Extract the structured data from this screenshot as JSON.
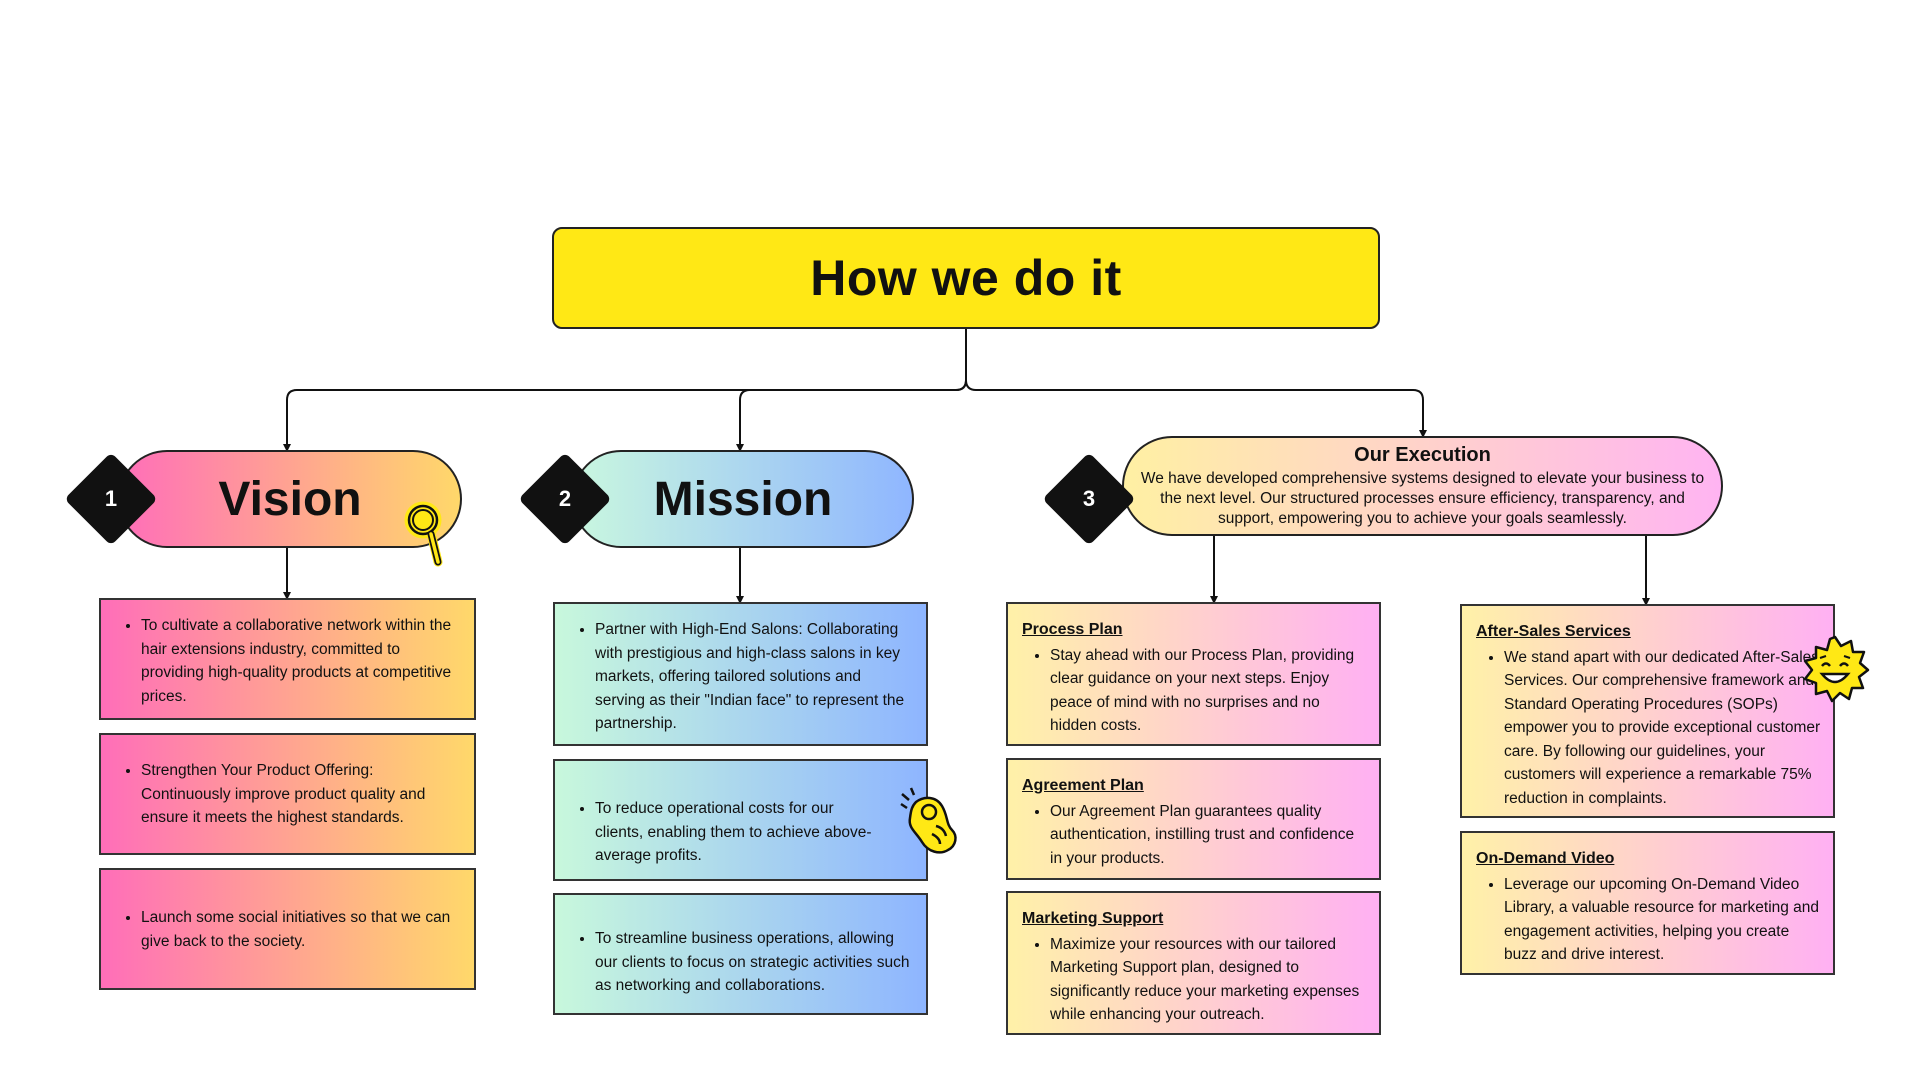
{
  "title": "How we do it",
  "vision": {
    "number": "1",
    "title": "Vision",
    "cards": [
      "To cultivate a collaborative network within the hair extensions industry, committed to providing high-quality products at competitive prices.",
      "Strengthen Your Product Offering: Continuously improve product quality and ensure it meets the highest standards.",
      "Launch some social initiatives so that we can give back to the society."
    ]
  },
  "mission": {
    "number": "2",
    "title": "Mission",
    "cards": [
      "Partner with High-End Salons: Collaborating with prestigious and high-class salons in key markets, offering tailored solutions and serving as their \"Indian face\" to represent the partnership.",
      "To reduce operational costs for our clients, enabling them to achieve above-average profits.",
      "To streamline business operations, allowing our clients to focus on strategic activities such as networking and collaborations."
    ]
  },
  "execution": {
    "number": "3",
    "title": "Our Execution",
    "description": "We have developed comprehensive systems designed to elevate your business to the next level. Our structured processes ensure efficiency, transparency, and support, empowering you to achieve your goals seamlessly.",
    "left_cards": [
      {
        "heading": "Process Plan",
        "text": "Stay ahead with our Process Plan, providing clear guidance on your next steps. Enjoy peace of mind with no surprises and no hidden costs."
      },
      {
        "heading": "Agreement Plan",
        "text": "Our Agreement Plan guarantees quality authentication, instilling trust and confidence in your products."
      },
      {
        "heading": "Marketing Support",
        "text": "Maximize your resources with our tailored Marketing Support plan, designed to significantly reduce your marketing expenses while enhancing your outreach."
      }
    ],
    "right_cards": [
      {
        "heading": "After-Sales Services",
        "text": "We stand apart with our dedicated After-Sales Services. Our comprehensive framework and Standard Operating Procedures (SOPs) empower you to provide exceptional customer care. By following our guidelines, your customers will experience a remarkable 75% reduction in complaints."
      },
      {
        "heading": "On-Demand Video",
        "text": "Leverage our upcoming On-Demand Video Library, a valuable resource for marketing and engagement activities, helping you create buzz and drive interest."
      }
    ]
  },
  "colors": {
    "title_yellow": "#FFE815",
    "vision_start": "#FF6EB9",
    "vision_end": "#FFD86A",
    "mission_start": "#C9F7DF",
    "mission_end": "#8FB6FF",
    "execution_start": "#FFF0A3",
    "execution_end": "#FFB4F2"
  },
  "icons": [
    "magnifier-icon",
    "ok-hand-icon",
    "smiling-sun-icon"
  ]
}
